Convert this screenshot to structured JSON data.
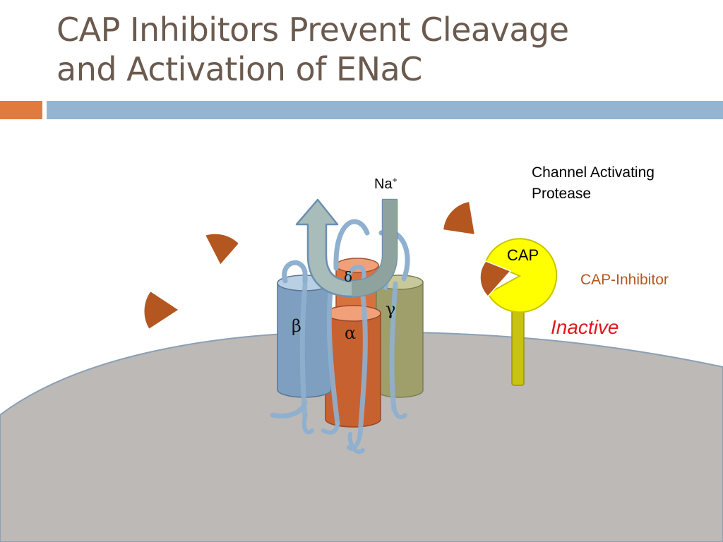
{
  "title": {
    "line1": "CAP Inhibitors Prevent Cleavage",
    "line2": "and Activation of ENaC"
  },
  "labels": {
    "protease_line1": "Channel Activating",
    "protease_line2": "Protease",
    "na_base": "Na",
    "na_charge": "+",
    "cap": "CAP",
    "cap_inhibitor": "CAP-Inhibitor",
    "inactive": "Inactive",
    "beta": "β",
    "alpha": "α",
    "gamma": "γ",
    "delta": "δ"
  },
  "colors": {
    "title_text": "#6b5a4e",
    "accent_orange": "#e07b3d",
    "accent_blue": "#93b5d1",
    "membrane": "#bdb9b6",
    "beta_subunit": "#8fb0cf",
    "alpha_subunit": "#d9713f",
    "gamma_subunit": "#b7b889",
    "cap": "#ffff00",
    "inhibitor": "#b4561f",
    "inactive_text": "#e0161e"
  }
}
